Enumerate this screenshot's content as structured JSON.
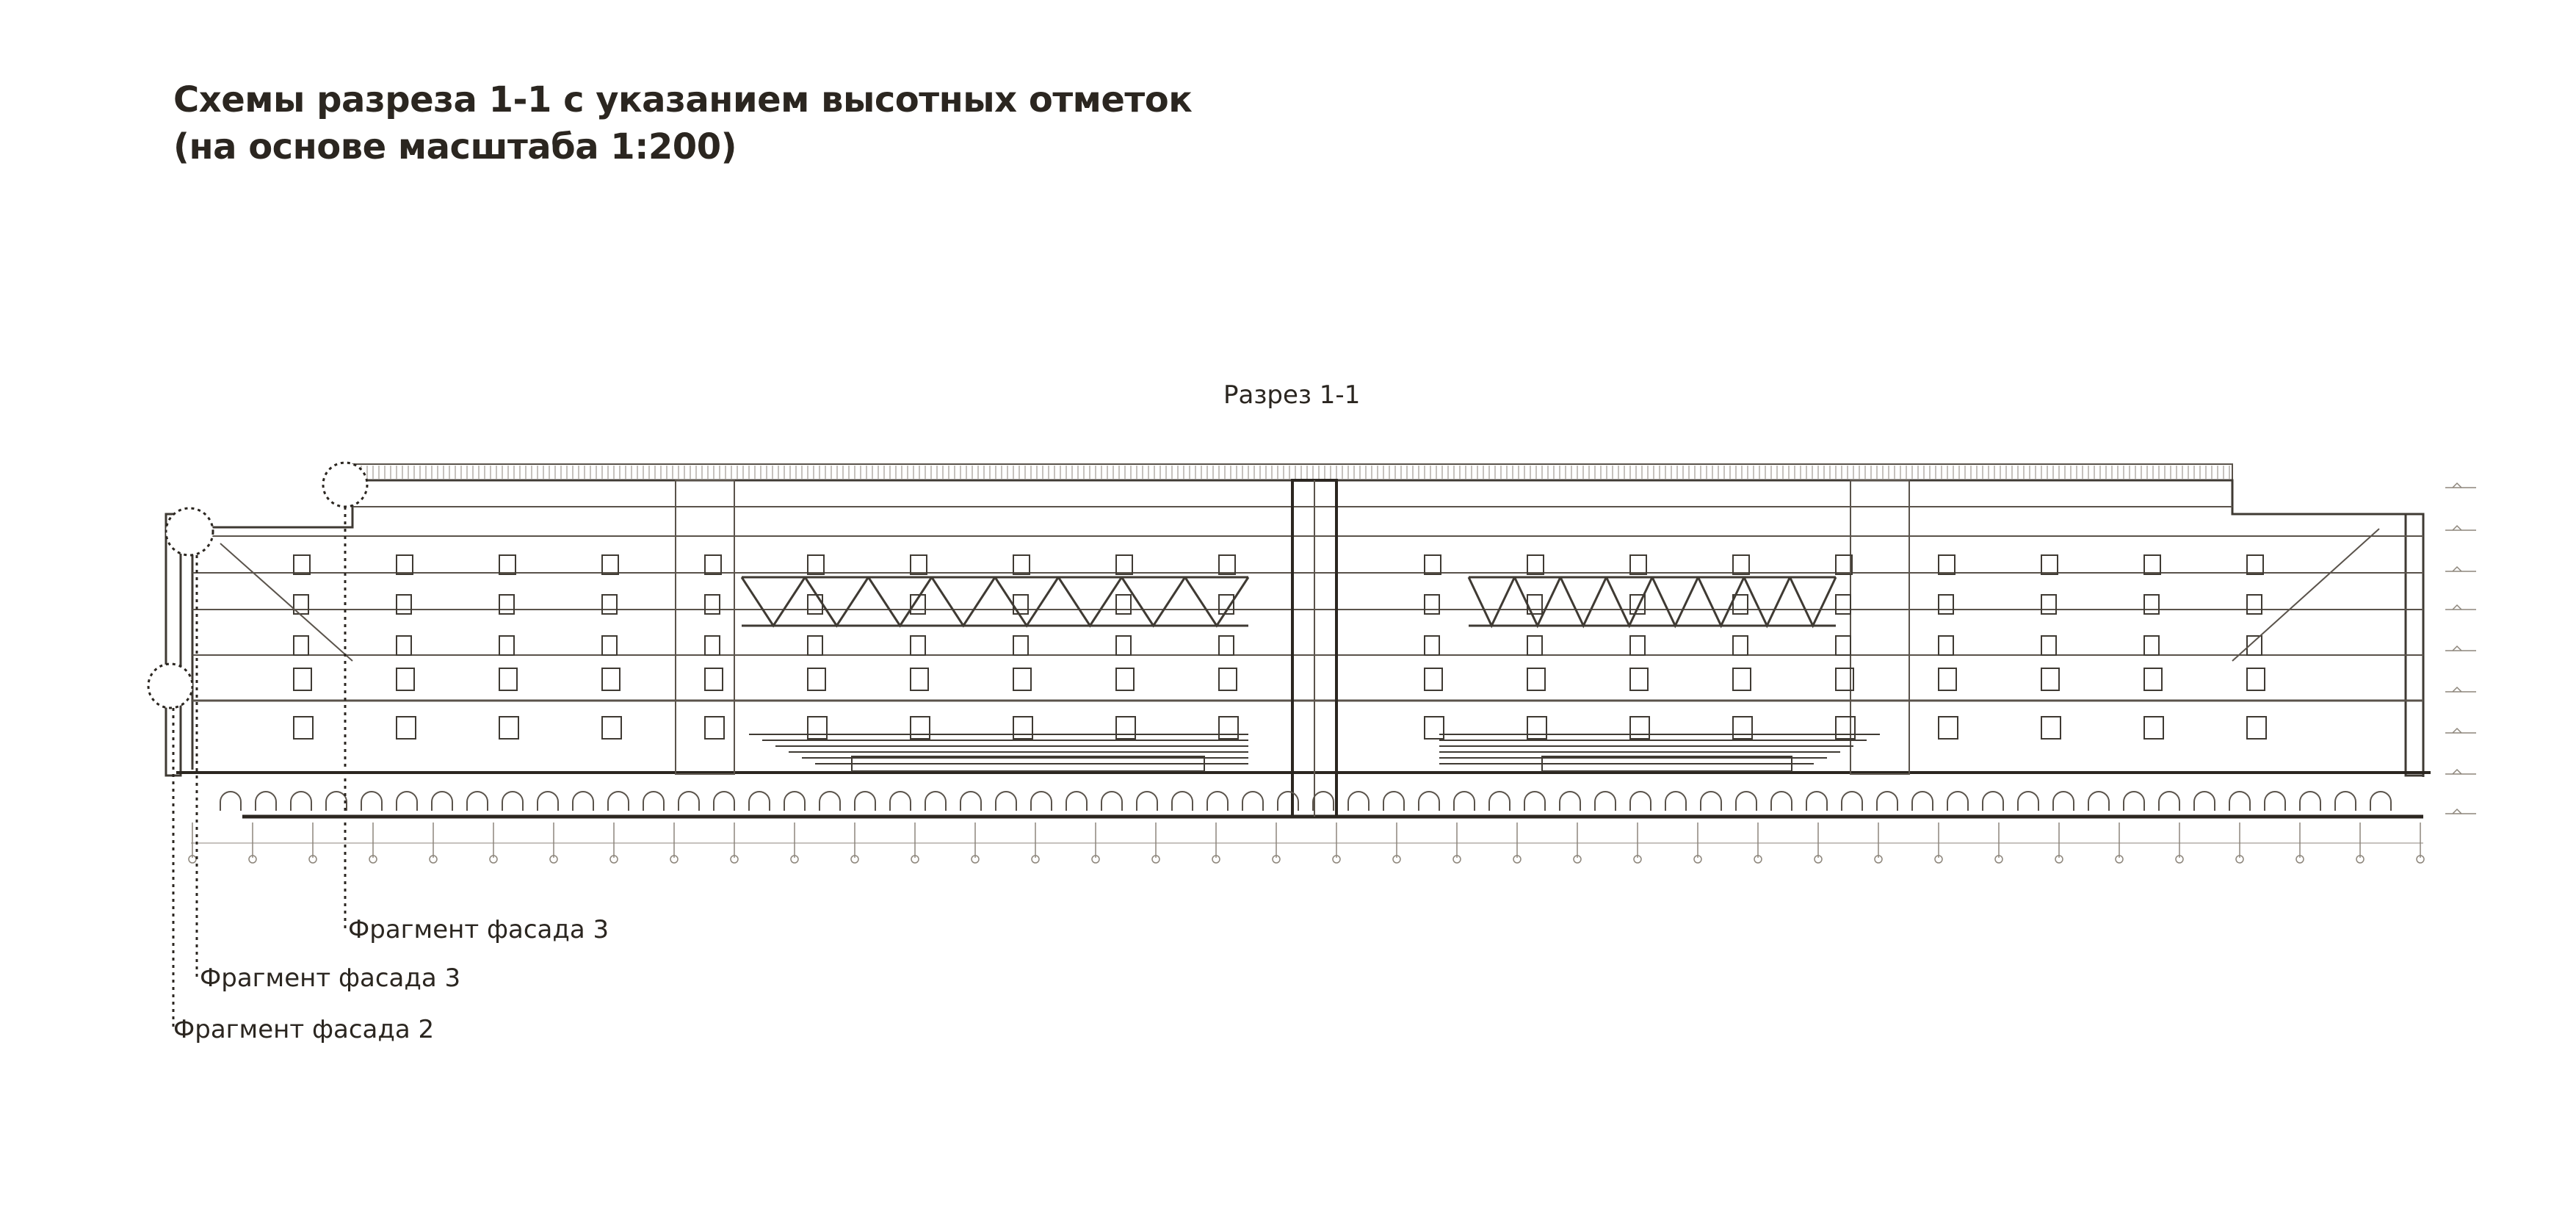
{
  "title": {
    "line1": "Схемы разреза 1-1 с указанием высотных отметок",
    "line2": "(на основе масштаба 1:200)"
  },
  "section_label": "Разрез 1-1",
  "callouts": [
    {
      "label": "Фрагмент фасада 3"
    },
    {
      "label": "Фрагмент фасада 3"
    },
    {
      "label": "Фрагмент фасада 2"
    }
  ],
  "colors": {
    "ink": "#2b2620",
    "line": "#5a534b",
    "light": "#8d867c",
    "paper": "#ffffff"
  },
  "icons": {
    "callout_marker": "dotted-circle-marker-icon",
    "level_mark": "elevation-tick-icon"
  }
}
